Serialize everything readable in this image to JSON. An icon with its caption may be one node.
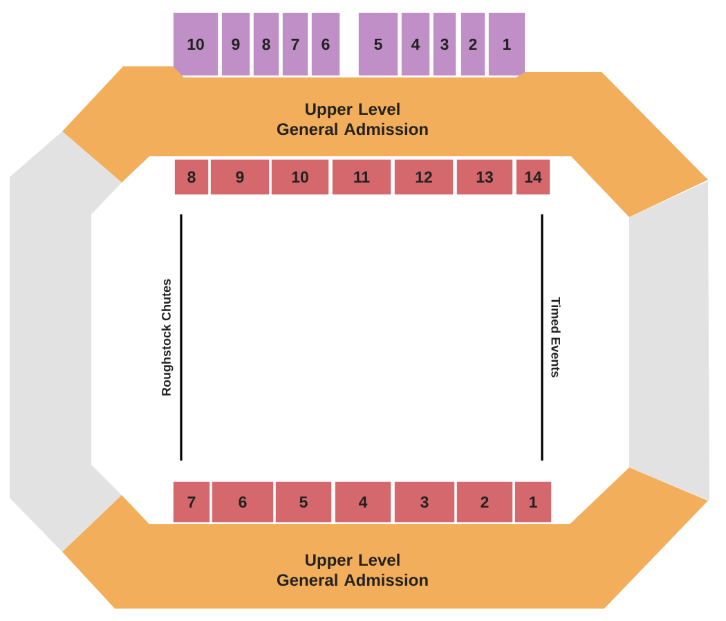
{
  "diagram": {
    "nodes": [
      {
        "text": [
          "10"
        ]
      },
      {
        "text": [
          "9"
        ]
      },
      {
        "text": [
          "8"
        ]
      },
      {
        "text": [
          "7"
        ]
      },
      {
        "text": [
          "6"
        ]
      },
      {
        "text": [
          "5"
        ]
      },
      {
        "text": [
          "4"
        ]
      },
      {
        "text": [
          "3"
        ]
      },
      {
        "text": [
          "2"
        ]
      },
      {
        "text": [
          "1"
        ]
      },
      {
        "text": [
          "Upper Level General Admission"
        ]
      },
      {
        "text": [],
        "shape": "box"
      },
      {
        "text": [],
        "shape": "box"
      },
      {
        "text": [
          "8"
        ]
      },
      {
        "text": [
          "9"
        ]
      },
      {
        "text": [
          "10"
        ]
      },
      {
        "text": [
          "11"
        ]
      },
      {
        "text": [
          "12"
        ]
      },
      {
        "text": [
          "13"
        ]
      },
      {
        "text": [
          "14"
        ]
      },
      {
        "text": [
          "7"
        ]
      },
      {
        "text": [
          "6"
        ]
      },
      {
        "text": [
          "5"
        ]
      },
      {
        "text": [
          "4"
        ]
      },
      {
        "text": [
          "3"
        ]
      },
      {
        "text": [
          "2"
        ]
      },
      {
        "text": [
          "1"
        ]
      },
      {
        "text": [
          "Upper Level General Admission"
        ]
      }
    ],
    "labels": [
      "Roughstock Chutes",
      "Timed Events"
    ]
  }
}
